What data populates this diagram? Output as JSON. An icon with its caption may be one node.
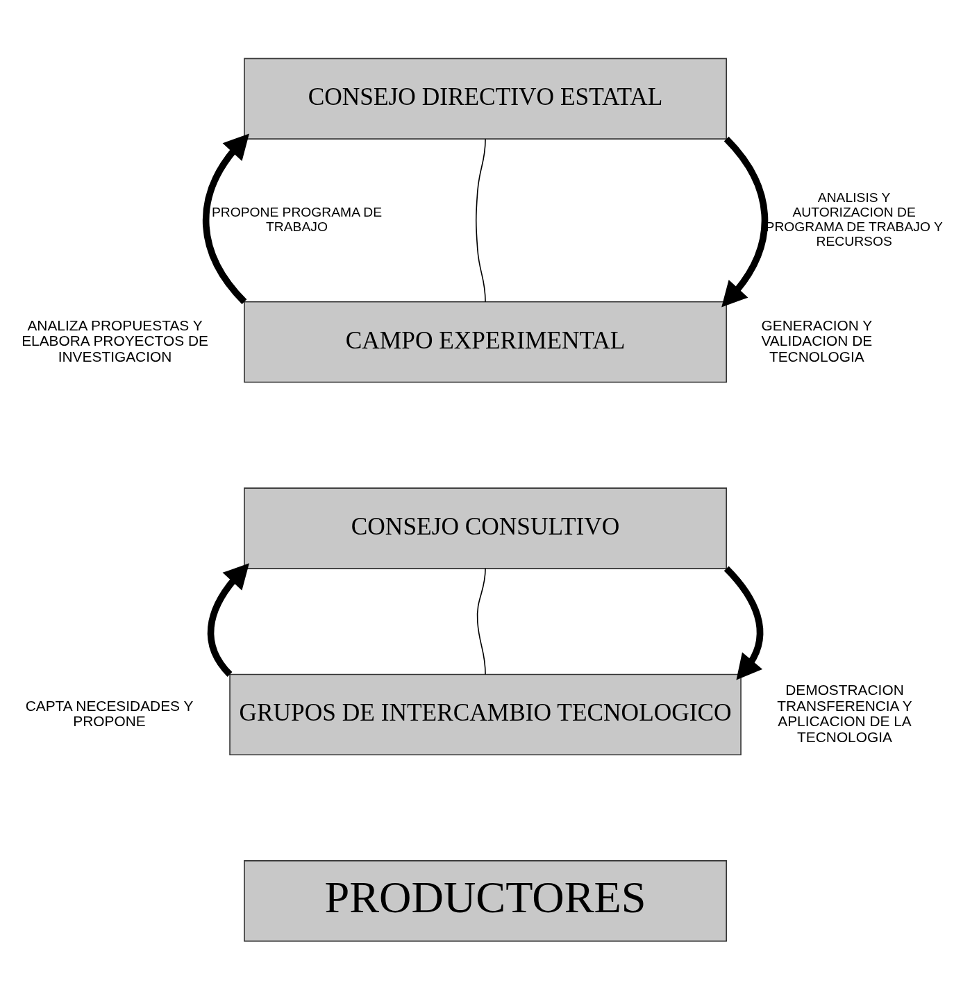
{
  "diagram": {
    "nodes": [
      {
        "text": [
          "CONSEJO DIRECTIVO ESTATAL"
        ]
      },
      {
        "text": [
          "CAMPO EXPERIMENTAL"
        ],
        "beside": [
          "ANALIZA PROPUESTAS Y ELABORA PROYECTOS DE INVESTIGACION",
          "GENERACION Y VALIDACION DE TECNOLOGIA"
        ]
      },
      {
        "text": [
          "CONSEJO CONSULTIVO"
        ]
      },
      {
        "text": [
          "GRUPOS DE INTERCAMBIO TECNOLOGICO"
        ],
        "beside": [
          "CAPTA NECESIDADES Y PROPONE",
          "DEMOSTRACION TRANSFERENCIA Y APLICACION DE LA TECNOLOGIA"
        ]
      },
      {
        "text": [
          "PRODUCTORES"
        ]
      }
    ],
    "edges": [
      {
        "from": 1,
        "to": 0,
        "arrow": "to",
        "label": "PROPONE PROGRAMA DE TRABAJO"
      },
      {
        "from": 0,
        "to": 1,
        "arrow": "to",
        "label": "ANALISIS Y AUTORIZACION DE PROGRAMA DE TRABAJO Y RECURSOS"
      },
      {
        "from": 0,
        "to": 1,
        "arrow": "none"
      },
      {
        "from": 3,
        "to": 2,
        "arrow": "to"
      },
      {
        "from": 2,
        "to": 3,
        "arrow": "to"
      },
      {
        "from": 2,
        "to": 3,
        "arrow": "none"
      }
    ]
  }
}
